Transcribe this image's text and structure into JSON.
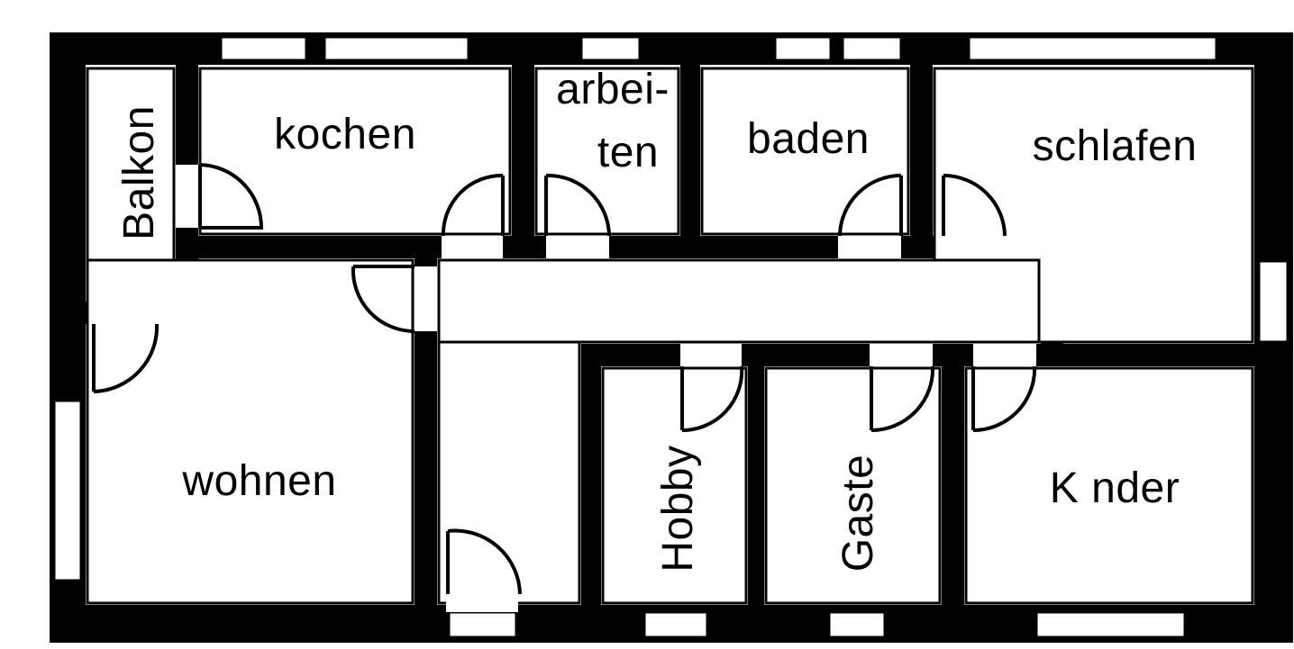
{
  "colors": {
    "ink": "#000000",
    "paper": "#ffffff"
  },
  "rooms": {
    "balkon": "Balkon",
    "kochen": "kochen",
    "arbeiten_line1": "arbei-",
    "arbeiten_line2": "ten",
    "baden": "baden",
    "schlafen": "schlafen",
    "wohnen": "wohnen",
    "hobby": "Hobby",
    "gaste": "Gaste",
    "kinder": "K nder"
  }
}
